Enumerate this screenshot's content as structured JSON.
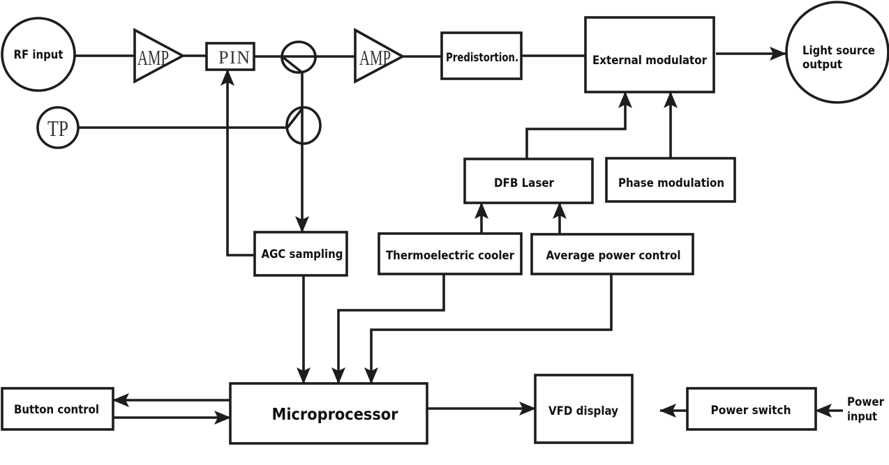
{
  "diagram": {
    "title": "",
    "blocks": {
      "rf_input": "RF input",
      "amp1": "AMP",
      "pin": "PIN",
      "tp": "TP",
      "amp2": "AMP",
      "predistortion": "Predistortion.",
      "external_modulator": "External modulator",
      "light_source_output": [
        "Light source",
        "output"
      ],
      "dfb_laser": "DFB Laser",
      "phase_modulation": "Phase modulation",
      "agc_sampling": "AGC sampling",
      "thermoelectric_cooler": "Thermoelectric cooler",
      "average_power_control": "Average power control",
      "microprocessor": "Microprocessor",
      "button_control": "Button control",
      "vfd_display": "VFD display",
      "power_switch": "Power switch",
      "power_input": [
        "Power",
        "input"
      ]
    },
    "connections": [
      {
        "from": "RF input",
        "to": "AMP"
      },
      {
        "from": "AMP",
        "to": "PIN"
      },
      {
        "from": "PIN",
        "to": "Coupler 1"
      },
      {
        "from": "Coupler 1",
        "to": "AMP (2)"
      },
      {
        "from": "AMP (2)",
        "to": "Predistortion"
      },
      {
        "from": "Predistortion",
        "to": "External modulator"
      },
      {
        "from": "External modulator",
        "to": "Light source output",
        "arrow": true
      },
      {
        "from": "Coupler 1",
        "to": "Coupler 2"
      },
      {
        "from": "TP",
        "to": "Coupler 2"
      },
      {
        "from": "Coupler 2",
        "to": "AGC sampling",
        "arrow": true
      },
      {
        "from": "AGC sampling",
        "to": "PIN",
        "arrow": true
      },
      {
        "from": "DFB Laser",
        "to": "External modulator",
        "arrow": true
      },
      {
        "from": "Phase modulation",
        "to": "External modulator",
        "arrow": true
      },
      {
        "from": "Thermoelectric cooler",
        "to": "DFB Laser",
        "arrow": true
      },
      {
        "from": "Average power control",
        "to": "DFB Laser",
        "arrow": true
      },
      {
        "from": "AGC sampling",
        "to": "Microprocessor",
        "arrow": true
      },
      {
        "from": "Thermoelectric cooler",
        "to": "Microprocessor",
        "arrow": true
      },
      {
        "from": "Average power control",
        "to": "Microprocessor",
        "arrow": true
      },
      {
        "from": "Microprocessor",
        "to": "Button control",
        "arrow": true
      },
      {
        "from": "Button control",
        "to": "Microprocessor",
        "arrow": true
      },
      {
        "from": "Microprocessor",
        "to": "VFD display",
        "arrow": true
      },
      {
        "from": "Power switch",
        "to": "VFD display",
        "arrow": true
      },
      {
        "from": "Power input",
        "to": "Power switch",
        "arrow": true
      }
    ]
  },
  "colors": {
    "line": "#1e1c1d",
    "background": "#ffffff"
  }
}
